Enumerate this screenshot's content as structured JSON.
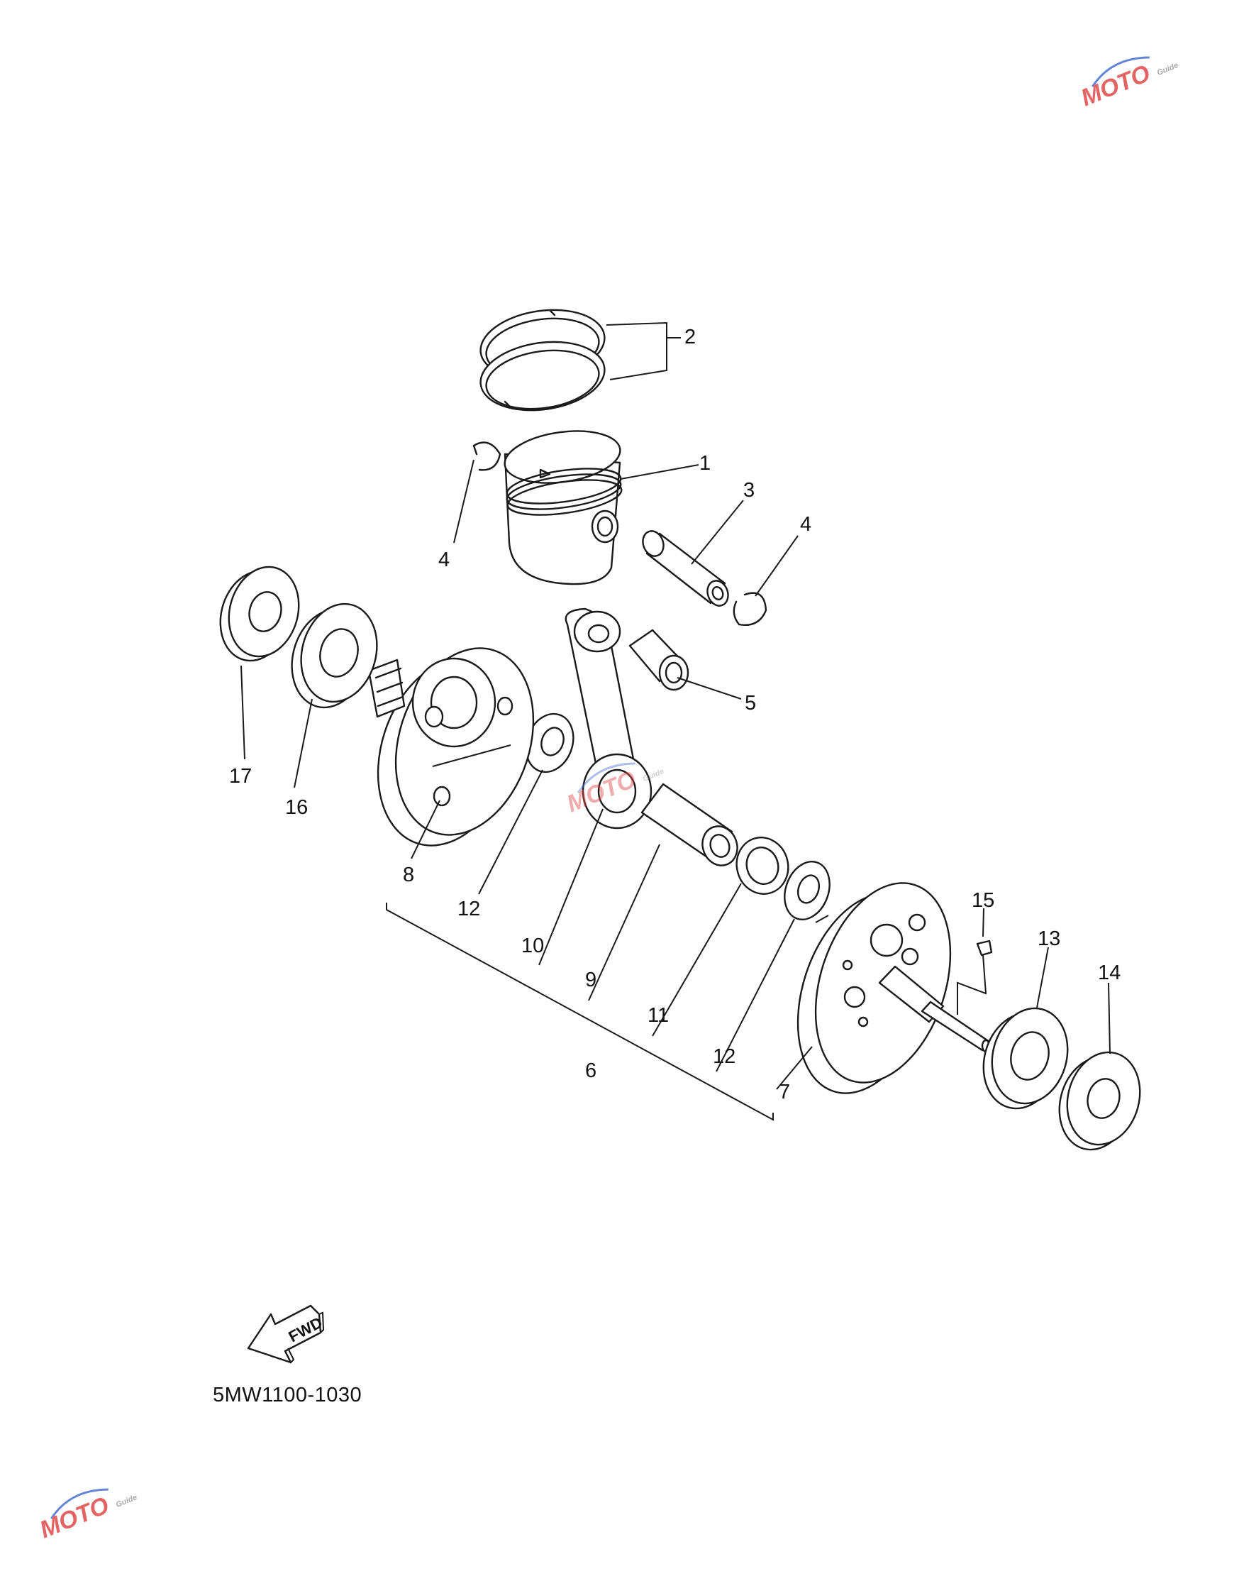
{
  "diagram": {
    "callouts": [
      "1",
      "2",
      "3",
      "4",
      "4",
      "5",
      "6",
      "7",
      "8",
      "9",
      "10",
      "11",
      "12",
      "12",
      "13",
      "14",
      "15",
      "16",
      "17"
    ],
    "fwd_arrow_text": "FWD",
    "reference_code": "5MW1100-1030"
  },
  "watermark": {
    "logo_text": "MOTO",
    "logo_sub": "Guide",
    "colors": {
      "red": "#e04a4a",
      "blue": "#4a6fd0",
      "gray": "#9a9a9a"
    }
  }
}
